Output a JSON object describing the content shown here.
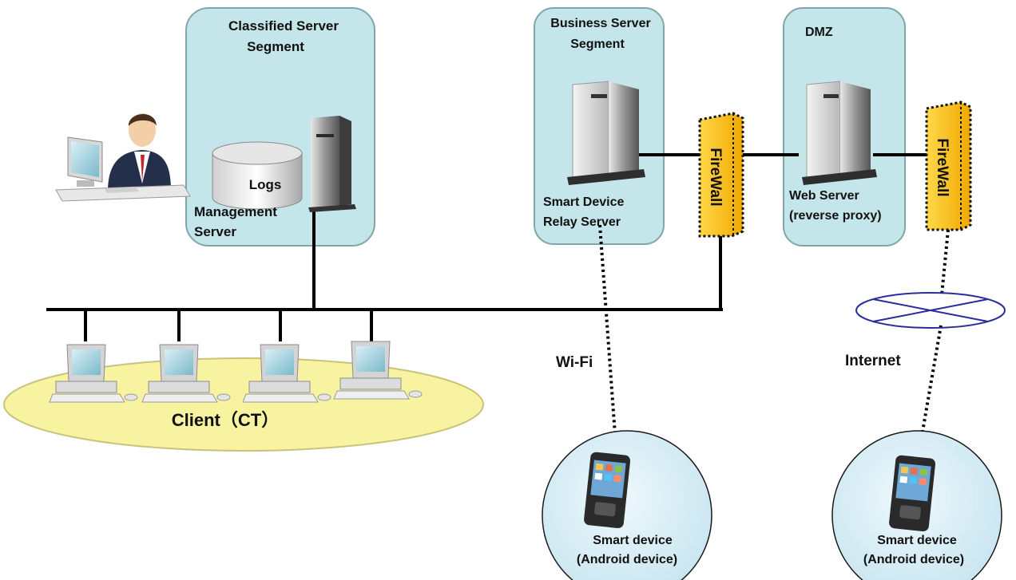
{
  "segments": {
    "classified": {
      "line1": "Classified Server",
      "line2": "Segment"
    },
    "business": {
      "line1": "Business Server",
      "line2": "Segment"
    },
    "dmz": {
      "line1": "DMZ"
    }
  },
  "management_server": {
    "logs": "Logs",
    "line1": "Management",
    "line2": "Server"
  },
  "relay_server": {
    "line1": "Smart Device",
    "line2": "Relay Server"
  },
  "web_server": {
    "line1": "Web Server",
    "line2": "(reverse proxy)"
  },
  "firewall_label": "FireWall",
  "client_label": "Client（CT）",
  "wifi_label": "Wi-Fi",
  "internet_label": "Internet",
  "smart_devices": [
    {
      "line1": "Smart device",
      "line2": "(Android device)"
    },
    {
      "line1": "Smart device",
      "line2": "(Android device)"
    }
  ],
  "colors": {
    "segment_fill": "#c4e6ea",
    "segment_stroke": "#7fa6a8",
    "firewall_fill": "#ffc414",
    "client_fill": "#f8f3a0",
    "device_circle_fill": "#cfe9f4",
    "internet_stroke": "#2b2b9a"
  }
}
